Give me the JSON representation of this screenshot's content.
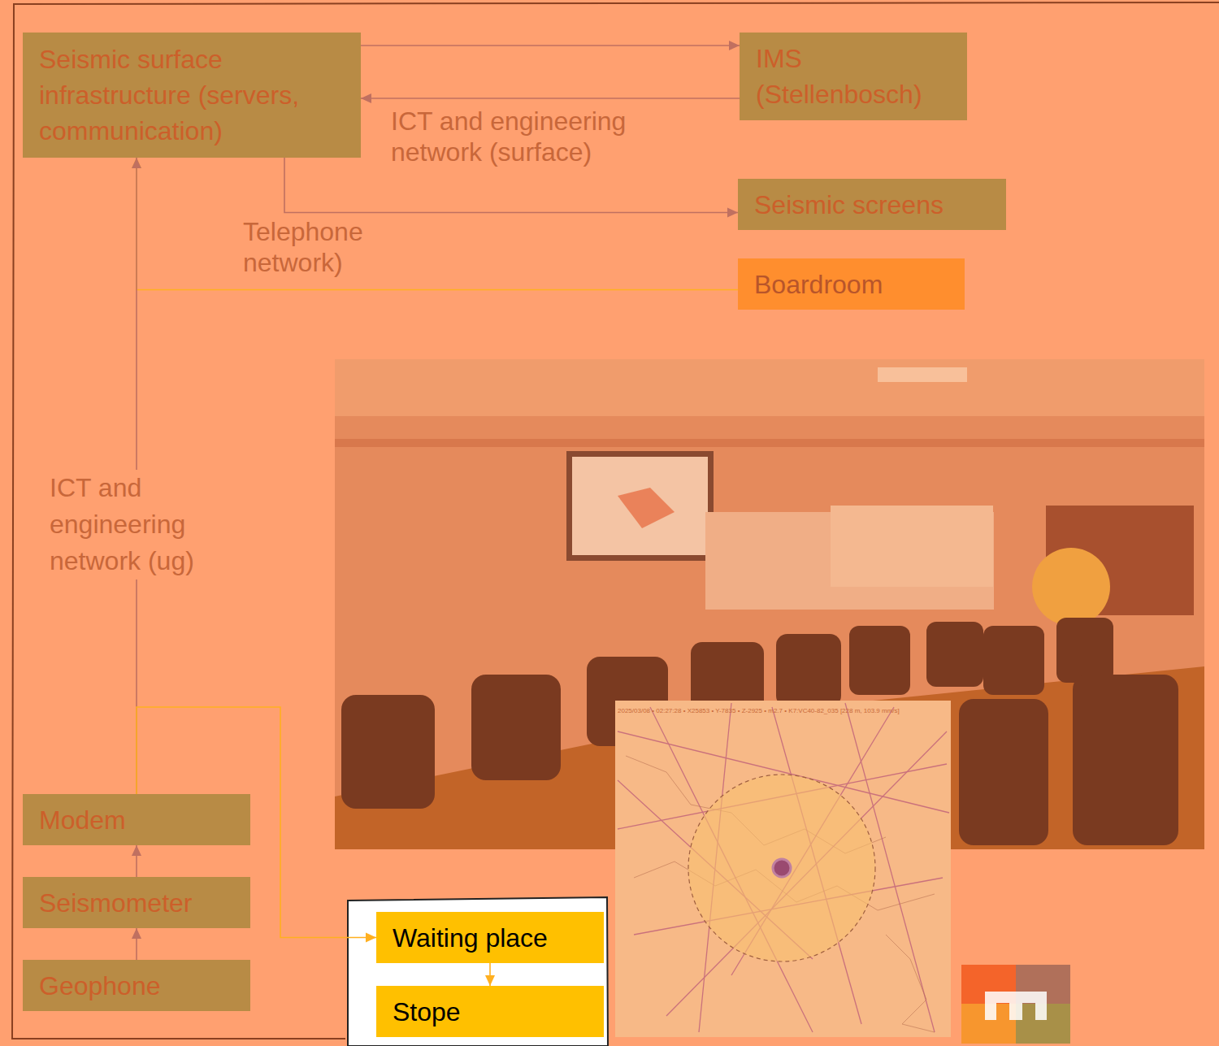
{
  "diagram": {
    "nodes": [
      {
        "text": [
          "Seismic surface infrastructure (servers, communication)"
        ]
      },
      {
        "text": [
          "IMS (Stellenbosch)"
        ]
      },
      {
        "text": [
          "Seismic screens"
        ]
      },
      {
        "text": [
          "Boardroom"
        ]
      },
      {
        "text": [
          "Modem"
        ]
      },
      {
        "text": [
          "Seismometer"
        ]
      },
      {
        "text": [
          "Geophone"
        ]
      },
      {
        "text": [
          "Waiting place"
        ]
      },
      {
        "text": [
          "Stope"
        ]
      }
    ],
    "edges": [
      {
        "from": 0,
        "to": 1,
        "arrow": "to"
      },
      {
        "from": 1,
        "to": 0,
        "arrow": "to"
      },
      {
        "from": 0,
        "to": 2,
        "label": "ICT and engineering network (surface)",
        "arrow": "to"
      },
      {
        "from": 3,
        "to": 0,
        "label": "Telephone network)",
        "arrow": "to"
      },
      {
        "from": 4,
        "to": 0,
        "label": "ICT and engineering network (ug)",
        "arrow": "to"
      },
      {
        "from": 5,
        "to": 4,
        "arrow": "to"
      },
      {
        "from": 6,
        "to": 5,
        "arrow": "to"
      },
      {
        "from": 4,
        "to": 7,
        "arrow": "to"
      },
      {
        "from": 7,
        "to": 8,
        "arrow": "to"
      }
    ],
    "labels": [
      "2025/03/08 • 02:27:28 • X25853 • Y-7835 • Z-2925 • m2.7 • K7:VC40-82_035 [228 m, 103.9 mm/s]"
    ]
  }
}
